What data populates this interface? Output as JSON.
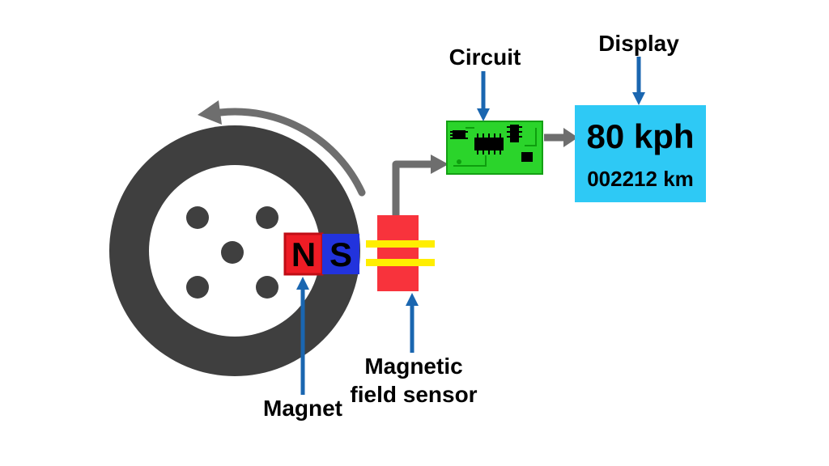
{
  "diagram": {
    "title_labels": {
      "circuit": "Circuit",
      "display": "Display",
      "magnet": "Magnet",
      "sensor_line1": "Magnetic",
      "sensor_line2": "field sensor"
    },
    "magnet": {
      "north": "N",
      "south": "S"
    },
    "display": {
      "speed": "80 kph",
      "odometer": "002212 km"
    },
    "colors": {
      "tire_gray": "#3f3f3f",
      "connector_gray": "#6e6e6e",
      "label_arrow_blue": "#1a66b0",
      "magnet_north_red": "#ee1c25",
      "magnet_south_blue": "#2233dd",
      "sensor_red": "#f8333c",
      "wire_yellow": "#ffee00",
      "circuit_green": "#2bd42b",
      "display_cyan": "#2ec9f5"
    }
  }
}
